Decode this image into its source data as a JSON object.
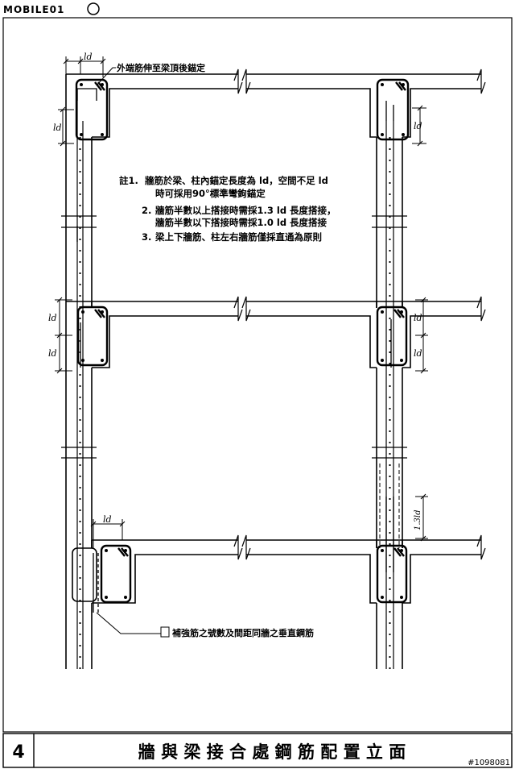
{
  "watermark": {
    "brand": "MOBILE01",
    "id": "#1098081"
  },
  "annotations": {
    "top_callout": "外端筋伸至梁頂後錨定",
    "bottom_callout": "補強筋之號數及間距同牆之垂直鋼筋",
    "dim_ld": "ld",
    "dim_13ld": "1.3ld"
  },
  "notes": {
    "prefix": "註1.",
    "n1a": "牆筋於梁、柱內錨定長度為 ld，空間不足 ld",
    "n1b": "時可採用90°標準彎鉤錨定",
    "n2_num": "2.",
    "n2a": "牆筋半數以上搭接時需採1.3 ld 長度搭接，",
    "n2b": "牆筋半數以下搭接時需採1.0 ld 長度搭接",
    "n3_num": "3.",
    "n3": "梁上下牆筋、柱左右牆筋僅採直通為原則"
  },
  "title_block": {
    "sheet_no": "4",
    "title": "牆 與 梁 接 合 處 鋼 筋 配 置 立 面"
  }
}
